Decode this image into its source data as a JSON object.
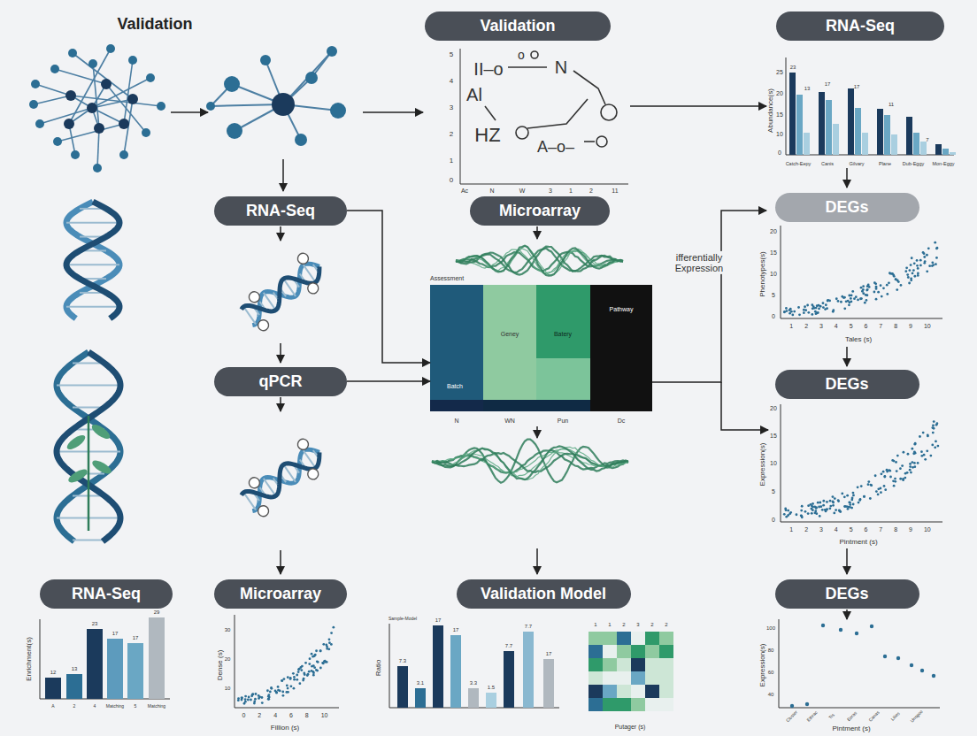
{
  "diagram": {
    "nodes": [
      {
        "text": [
          "Validation"
        ]
      },
      {
        "text": [
          "RNA-Seq"
        ]
      },
      {
        "text": [
          "RNA-Seq"
        ]
      },
      {
        "text": [
          "Microarray"
        ]
      },
      {
        "text": [
          "DEGs"
        ]
      },
      {
        "text": [
          "Assessment"
        ]
      },
      {
        "text": [
          "qPCR"
        ]
      },
      {
        "text": [
          "DEGs"
        ]
      },
      {
        "text": [
          "RNA-Seq"
        ]
      },
      {
        "text": [
          "Microarray"
        ]
      },
      {
        "text": [
          "Validation Model"
        ]
      },
      {
        "text": [
          "DEGs"
        ]
      }
    ],
    "edges": [
      {
        "from": 2,
        "to": 5,
        "arrow": "to"
      },
      {
        "from": 6,
        "to": 5,
        "arrow": "to"
      }
    ],
    "labels": [
      "Validation",
      "5",
      "4",
      "3",
      "2",
      "1",
      "0",
      "Ac",
      "N",
      "W",
      "3",
      "1",
      "2",
      "11",
      "II–o",
      "o",
      "N",
      "Al",
      "HZ",
      "A–o–",
      "Abundance(s)",
      "25",
      "20",
      "15",
      "10",
      "0",
      "23",
      "13",
      "17",
      "17",
      "11",
      "7",
      "Catch-Eepy",
      "Canis",
      "Gilvary",
      "Plane",
      "Dub-Eggy",
      "Mon-Eggy",
      "ifferentially Expression",
      "Phenotypes(s)",
      "20",
      "15",
      "10",
      "5",
      "0",
      "1 2 3 4 5 6 7 8 9 10",
      "Tales (s)",
      "Expression(s)",
      "20",
      "15",
      "10",
      "5",
      "0",
      "1 2 3 4 5 6 7 8 9 10",
      "Pintment (s)",
      "Expression(s)",
      "100",
      "80",
      "60",
      "40",
      "Cluster",
      "Ethrac",
      "Tis",
      "Eoras",
      "Canas",
      "Lilies",
      "Unsgoo",
      "Pintment (s)",
      "Enrichment(s)",
      "12",
      "13",
      "23",
      "17",
      "17",
      "29",
      "A",
      "2",
      "4",
      "Matching",
      "5",
      "Matching",
      "Dense (s)",
      "30",
      "20",
      "10",
      "0 2 4 6 8 10",
      "Fillion (s)",
      "Ratio",
      "Sample-Model",
      "7.3",
      "3.1",
      "17",
      "17",
      "3.3",
      "1.5",
      "7.7",
      "7.7",
      "17",
      "Putager (s)",
      "1",
      "1",
      "2",
      "3",
      "2",
      "2",
      "Batch",
      "Geney",
      "Batery",
      "Pathway",
      "N",
      "WN",
      "Pun",
      "Dc"
    ]
  }
}
